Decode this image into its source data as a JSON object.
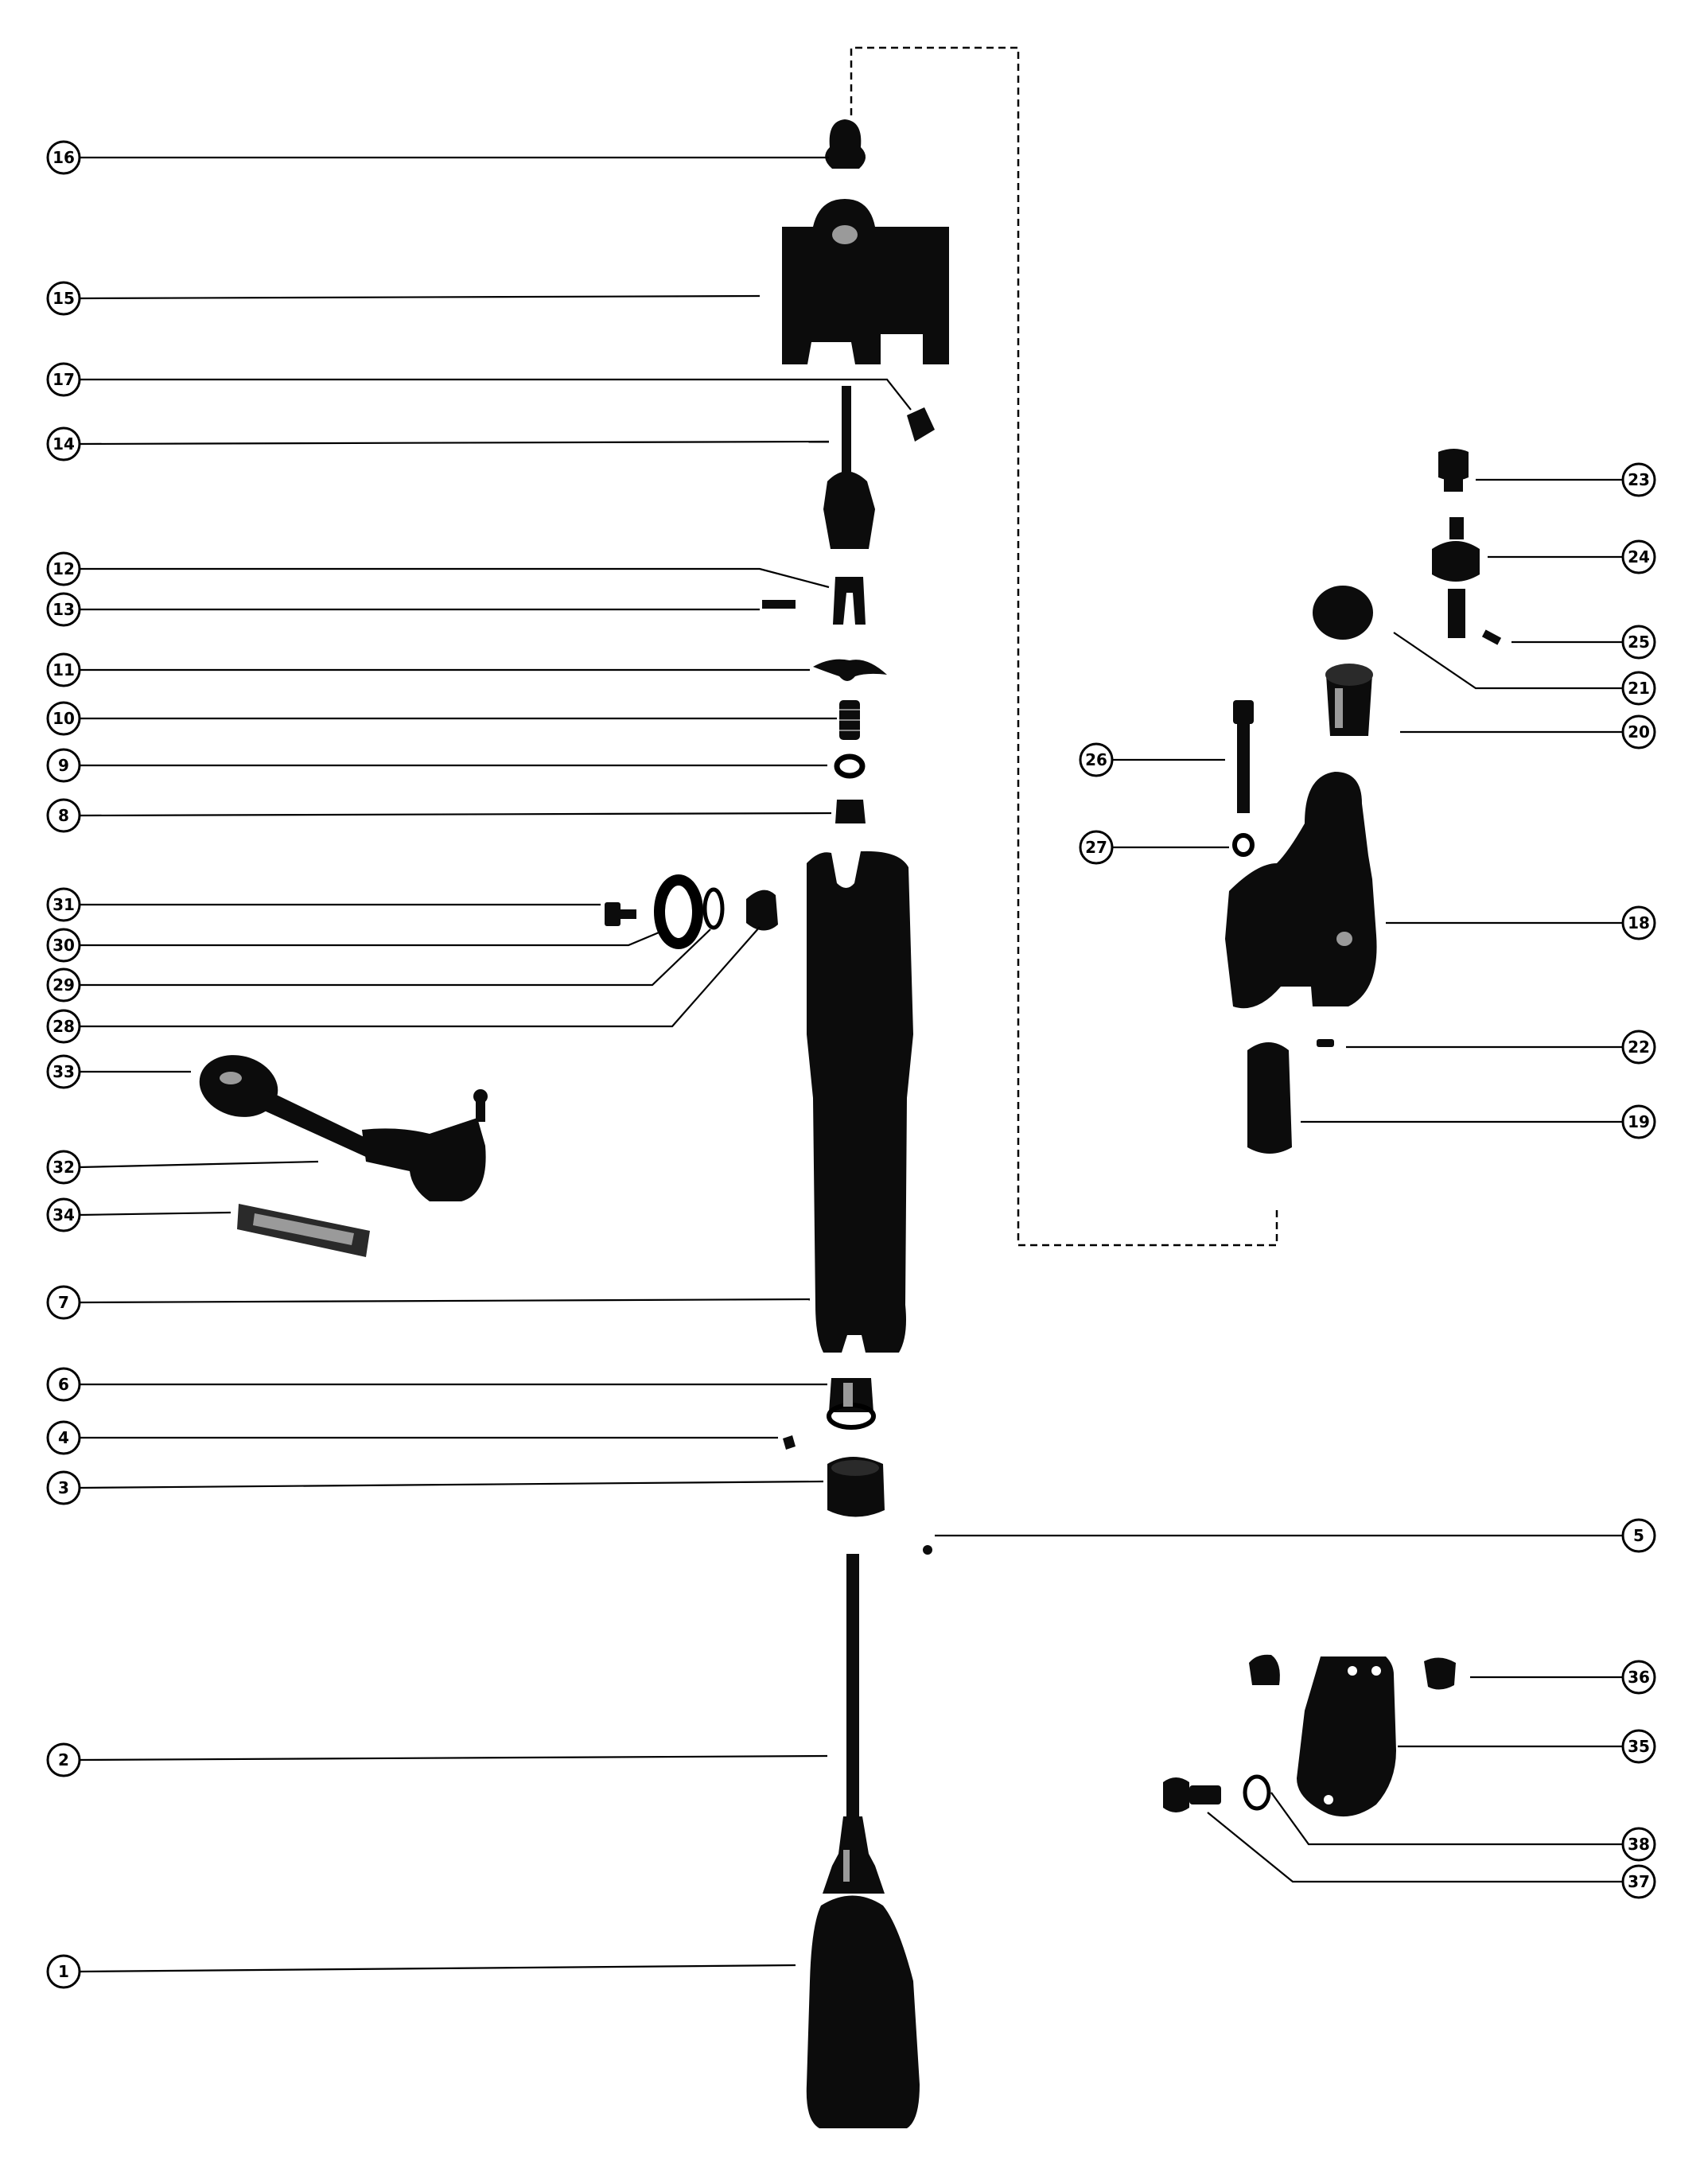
{
  "callouts": [
    {
      "id": "16",
      "label": "16"
    },
    {
      "id": "15",
      "label": "15"
    },
    {
      "id": "17",
      "label": "17"
    },
    {
      "id": "14",
      "label": "14"
    },
    {
      "id": "12",
      "label": "12"
    },
    {
      "id": "13",
      "label": "13"
    },
    {
      "id": "11",
      "label": "11"
    },
    {
      "id": "10",
      "label": "10"
    },
    {
      "id": "9",
      "label": "9"
    },
    {
      "id": "8",
      "label": "8"
    },
    {
      "id": "31",
      "label": "31"
    },
    {
      "id": "30",
      "label": "30"
    },
    {
      "id": "29",
      "label": "29"
    },
    {
      "id": "28",
      "label": "28"
    },
    {
      "id": "33",
      "label": "33"
    },
    {
      "id": "32",
      "label": "32"
    },
    {
      "id": "34",
      "label": "34"
    },
    {
      "id": "7",
      "label": "7"
    },
    {
      "id": "6",
      "label": "6"
    },
    {
      "id": "4",
      "label": "4"
    },
    {
      "id": "3",
      "label": "3"
    },
    {
      "id": "5",
      "label": "5"
    },
    {
      "id": "2",
      "label": "2"
    },
    {
      "id": "1",
      "label": "1"
    },
    {
      "id": "23",
      "label": "23"
    },
    {
      "id": "24",
      "label": "24"
    },
    {
      "id": "25",
      "label": "25"
    },
    {
      "id": "21",
      "label": "21"
    },
    {
      "id": "20",
      "label": "20"
    },
    {
      "id": "26",
      "label": "26"
    },
    {
      "id": "27",
      "label": "27"
    },
    {
      "id": "18",
      "label": "18"
    },
    {
      "id": "22",
      "label": "22"
    },
    {
      "id": "19",
      "label": "19"
    },
    {
      "id": "36",
      "label": "36"
    },
    {
      "id": "35",
      "label": "35"
    },
    {
      "id": "38",
      "label": "38"
    },
    {
      "id": "37",
      "label": "37"
    }
  ]
}
